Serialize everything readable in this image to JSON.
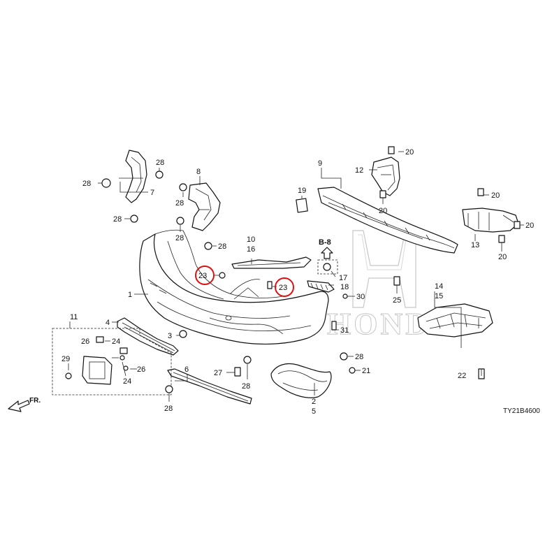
{
  "diagram": {
    "watermark_text": "HONDA",
    "direction_label": "FR.",
    "drawing_code": "TY21B4600",
    "ref_label": "B-8",
    "highlight_color": "#dd1111",
    "callouts": [
      {
        "id": "c1",
        "text": "1"
      },
      {
        "id": "c2",
        "text": "2"
      },
      {
        "id": "c3",
        "text": "3"
      },
      {
        "id": "c4",
        "text": "4"
      },
      {
        "id": "c5",
        "text": "5"
      },
      {
        "id": "c6",
        "text": "6"
      },
      {
        "id": "c7",
        "text": "7"
      },
      {
        "id": "c8",
        "text": "8"
      },
      {
        "id": "c9",
        "text": "9"
      },
      {
        "id": "c10",
        "text": "10"
      },
      {
        "id": "c11",
        "text": "11"
      },
      {
        "id": "c12",
        "text": "12"
      },
      {
        "id": "c13",
        "text": "13"
      },
      {
        "id": "c14",
        "text": "14"
      },
      {
        "id": "c15",
        "text": "15"
      },
      {
        "id": "c16",
        "text": "16"
      },
      {
        "id": "c17",
        "text": "17"
      },
      {
        "id": "c18",
        "text": "18"
      },
      {
        "id": "c19",
        "text": "19"
      },
      {
        "id": "c20a",
        "text": "20"
      },
      {
        "id": "c20b",
        "text": "20"
      },
      {
        "id": "c20c",
        "text": "20"
      },
      {
        "id": "c20d",
        "text": "20"
      },
      {
        "id": "c20e",
        "text": "20"
      },
      {
        "id": "c21",
        "text": "21"
      },
      {
        "id": "c22",
        "text": "22"
      },
      {
        "id": "c23a",
        "text": "23"
      },
      {
        "id": "c23b",
        "text": "23"
      },
      {
        "id": "c24a",
        "text": "24"
      },
      {
        "id": "c24b",
        "text": "24"
      },
      {
        "id": "c25",
        "text": "25"
      },
      {
        "id": "c26a",
        "text": "26"
      },
      {
        "id": "c26b",
        "text": "26"
      },
      {
        "id": "c27",
        "text": "27"
      },
      {
        "id": "c28a",
        "text": "28"
      },
      {
        "id": "c28b",
        "text": "28"
      },
      {
        "id": "c28c",
        "text": "28"
      },
      {
        "id": "c28d",
        "text": "28"
      },
      {
        "id": "c28e",
        "text": "28"
      },
      {
        "id": "c28f",
        "text": "28"
      },
      {
        "id": "c28g",
        "text": "28"
      },
      {
        "id": "c28h",
        "text": "28"
      },
      {
        "id": "c28i",
        "text": "28"
      },
      {
        "id": "c29",
        "text": "29"
      },
      {
        "id": "c30",
        "text": "30"
      },
      {
        "id": "c31",
        "text": "31"
      }
    ]
  }
}
